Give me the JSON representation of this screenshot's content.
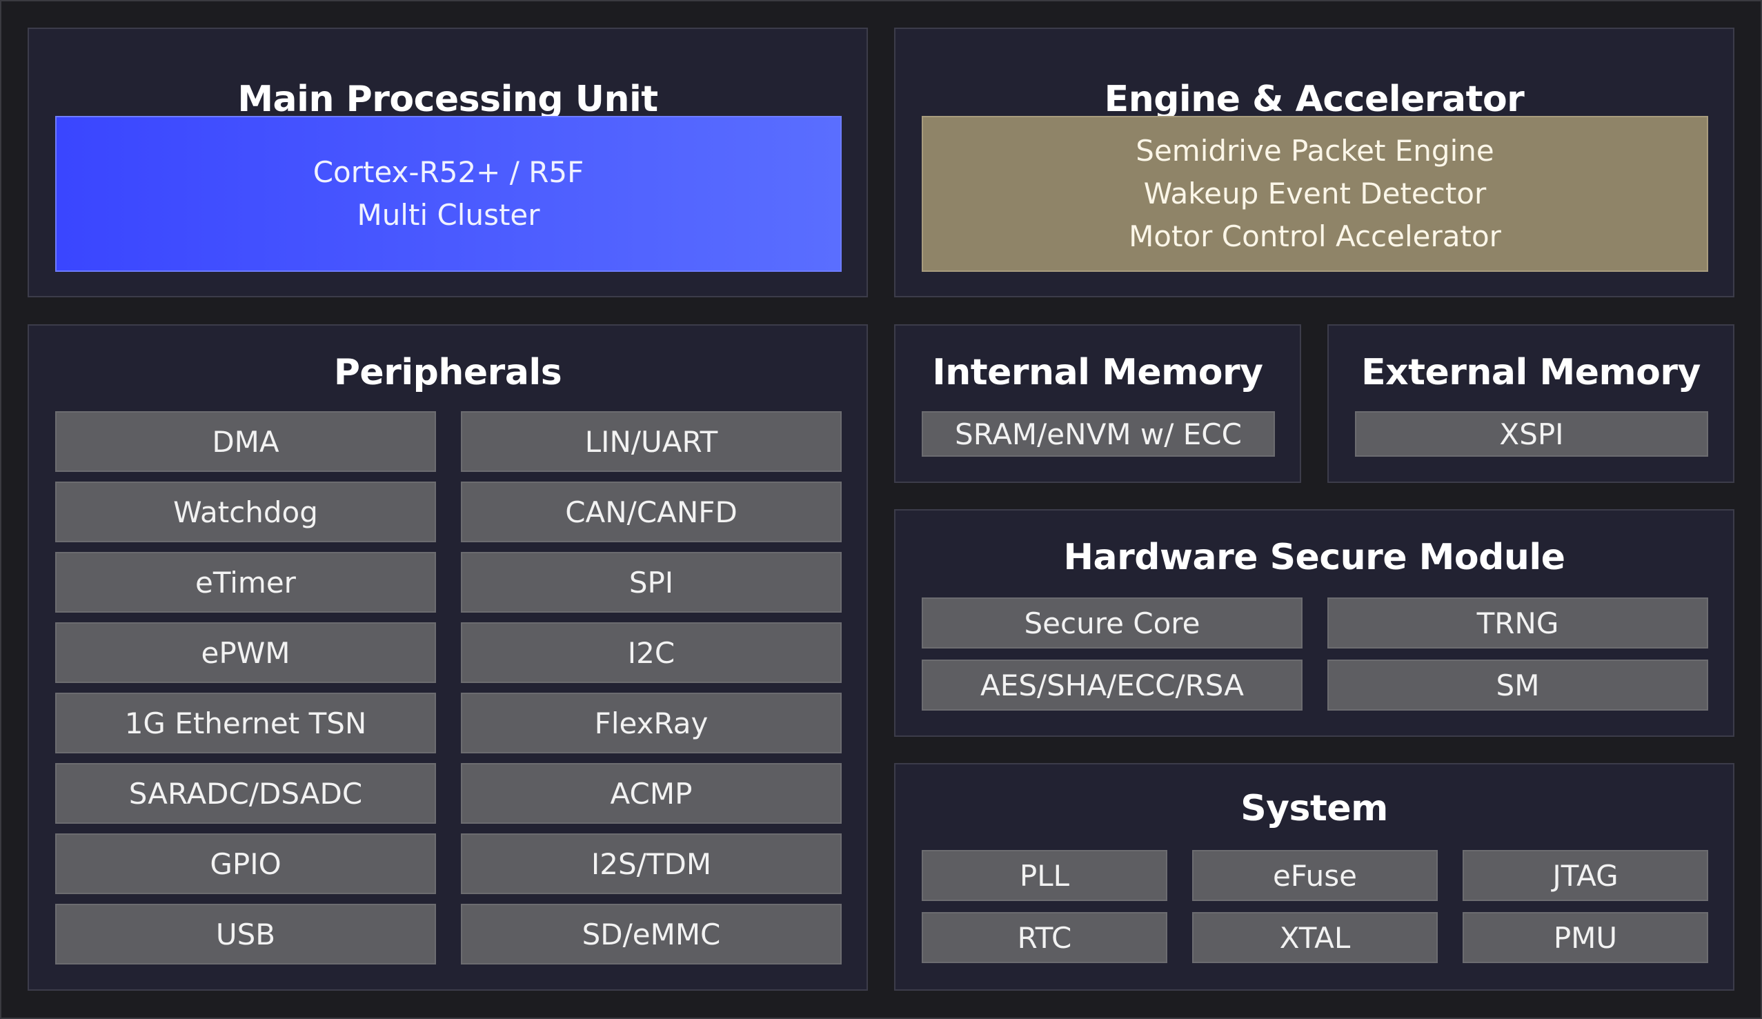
{
  "main_processing_unit": {
    "title": "Main Processing Unit",
    "lines": [
      "Cortex-R52+ / R5F",
      "Multi Cluster"
    ]
  },
  "engine_accelerator": {
    "title": "Engine & Accelerator",
    "lines": [
      "Semidrive Packet Engine",
      "Wakeup Event Detector",
      "Motor Control Accelerator"
    ]
  },
  "peripherals": {
    "title": "Peripherals",
    "left": [
      "DMA",
      "Watchdog",
      "eTimer",
      "ePWM",
      "1G Ethernet TSN",
      "SARADC/DSADC",
      "GPIO",
      "USB"
    ],
    "right": [
      "LIN/UART",
      "CAN/CANFD",
      "SPI",
      "I2C",
      "FlexRay",
      "ACMP",
      "I2S/TDM",
      "SD/eMMC"
    ]
  },
  "internal_memory": {
    "title": "Internal Memory",
    "item": "SRAM/eNVM w/ ECC"
  },
  "external_memory": {
    "title": "External Memory",
    "item": "XSPI"
  },
  "hardware_secure_module": {
    "title": "Hardware Secure Module",
    "items": [
      "Secure Core",
      "TRNG",
      "AES/SHA/ECC/RSA",
      "SM"
    ]
  },
  "system": {
    "title": "System",
    "items": [
      "PLL",
      "eFuse",
      "JTAG",
      "RTC",
      "XTAL",
      "PMU"
    ]
  },
  "colors": {
    "background": "#1c1c20",
    "panel": "#222232",
    "item_box": "#5e5e62",
    "cpu_gradient_start": "#3a46ff",
    "cpu_gradient_end": "#5a6eff",
    "accelerator_box": "#8f8468"
  }
}
